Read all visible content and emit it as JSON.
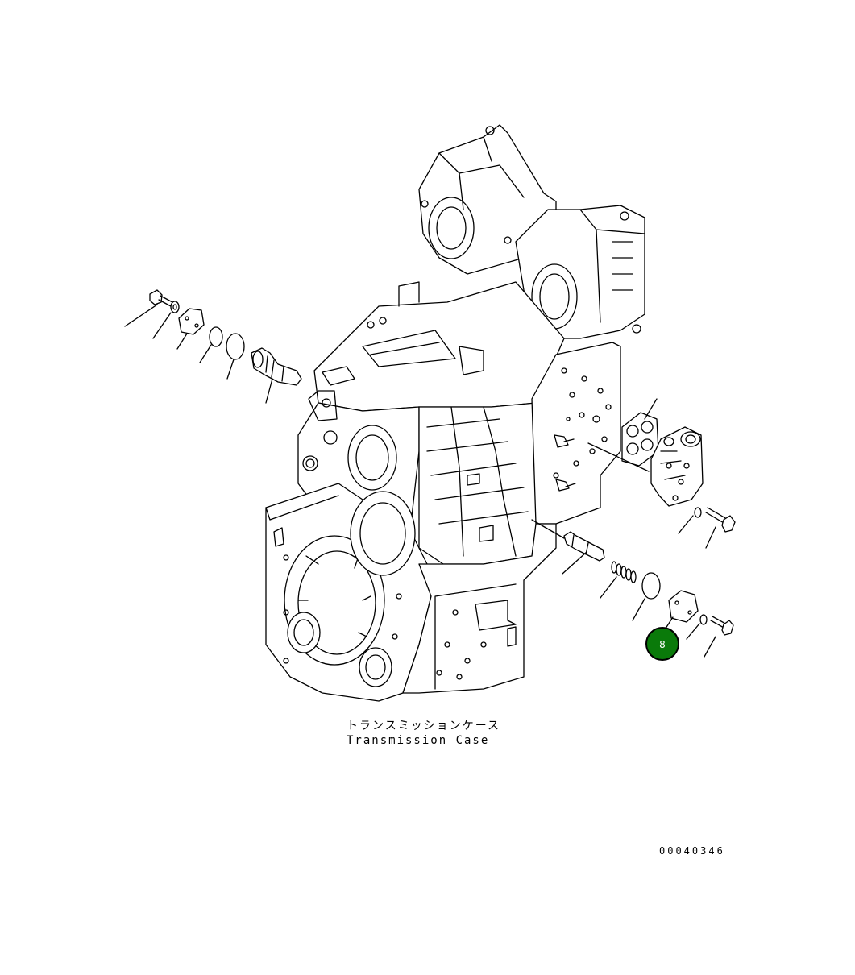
{
  "caption": {
    "jp": "トランスミッションケース",
    "en": "Transmission Case"
  },
  "drawing_code": "00040346",
  "callout": {
    "number": "8",
    "color": "#0a7a0a",
    "border_color": "#000000"
  },
  "parts": [
    {
      "name": "bolt-icon"
    },
    {
      "name": "washer-icon"
    },
    {
      "name": "cover-plate-icon"
    },
    {
      "name": "o-ring-icon"
    },
    {
      "name": "valve-spool-icon"
    },
    {
      "name": "gasket-icon"
    },
    {
      "name": "control-valve-icon"
    },
    {
      "name": "shaft-icon"
    },
    {
      "name": "spring-icon"
    }
  ]
}
